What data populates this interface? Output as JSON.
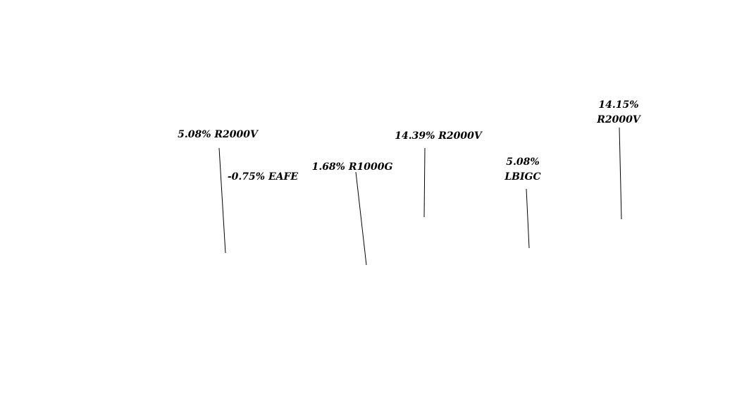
{
  "chart_data": {
    "type": "other",
    "title": "",
    "xlabel": "",
    "ylabel": "",
    "grid": false,
    "colors": {
      "text": "#000000",
      "line": "#000000",
      "background": "#ffffff"
    },
    "annotations": [
      {
        "lines": [
          "5.08% R2000V"
        ]
      },
      {
        "lines": [
          "-0.75% EAFE"
        ]
      },
      {
        "lines": [
          "1.68% R1000G"
        ]
      },
      {
        "lines": [
          "14.39% R2000V"
        ]
      },
      {
        "lines": [
          "5.08%",
          "LBIGC"
        ]
      },
      {
        "lines": [
          "14.15%",
          "R2000V"
        ]
      }
    ]
  }
}
